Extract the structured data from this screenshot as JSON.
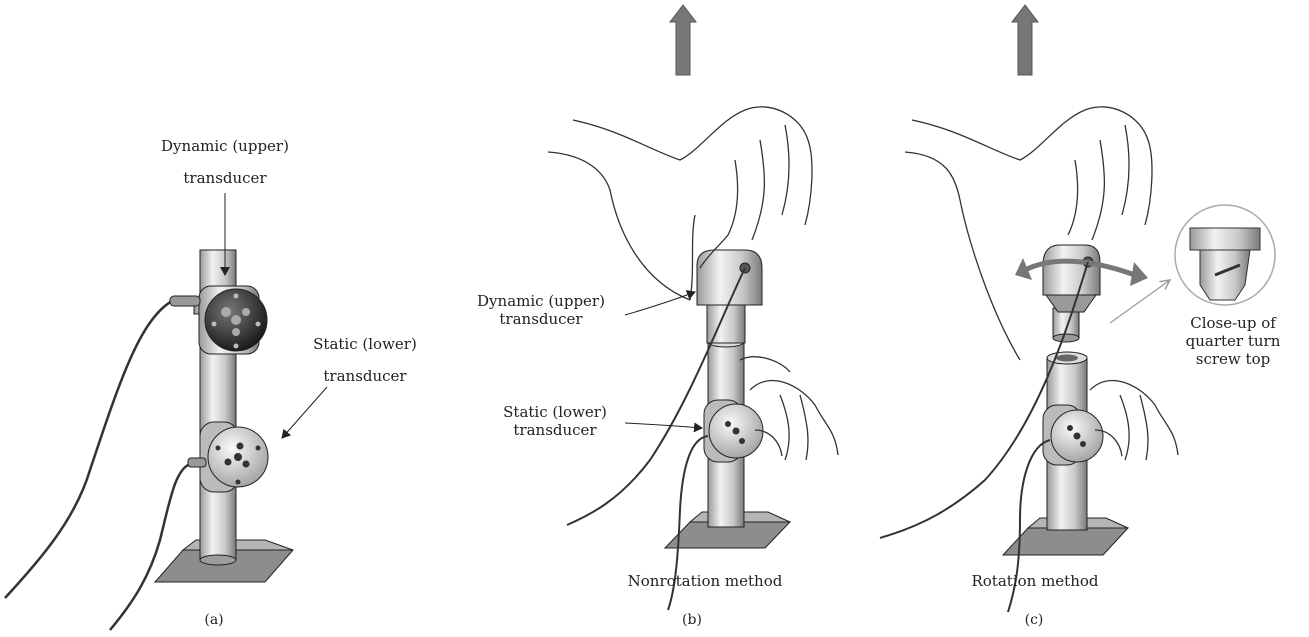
{
  "panel_a": {
    "caption": "(a)",
    "dynamic_line1": "Dynamic (upper)",
    "dynamic_line2": "transducer",
    "static_line1": "Static (lower)",
    "static_line2": "transducer"
  },
  "panel_b": {
    "caption": "(b)",
    "method": "Nonrotation method",
    "dynamic_line1": "Dynamic (upper)",
    "dynamic_line2": "transducer",
    "static_line1": "Static (lower)",
    "static_line2": "transducer"
  },
  "panel_c": {
    "caption": "(c)",
    "method": "Rotation method",
    "closeup_line1": "Close-up of",
    "closeup_line2": "quarter turn",
    "closeup_line3": "screw top"
  },
  "colors": {
    "metal_light": "#e8e8e8",
    "metal_dark": "#8a8a8a",
    "arrow_gray": "#777777",
    "outline": "#222222",
    "sensor_dark": "#2a2a2a"
  }
}
